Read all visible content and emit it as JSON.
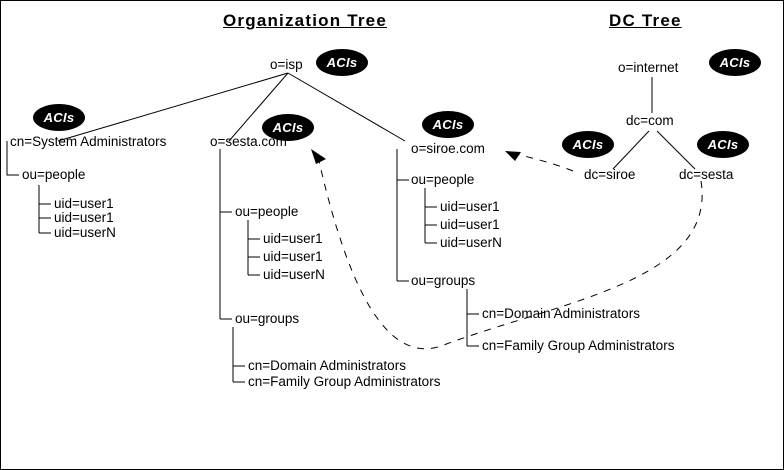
{
  "diagram": {
    "type": "ldap-directory-tree",
    "background_color": "#ffffff",
    "line_color": "#000000",
    "badge_color": "#000000",
    "badge_text_color": "#ffffff"
  },
  "titles": {
    "organization_tree": "Organization Tree",
    "dc_tree": "DC Tree"
  },
  "badges": {
    "label": "ACIs",
    "items": [
      {
        "name": "aci-o-isp",
        "label": "ACIs"
      },
      {
        "name": "aci-cn-system-administrators",
        "label": "ACIs"
      },
      {
        "name": "aci-o-sesta-com",
        "label": "ACIs"
      },
      {
        "name": "aci-o-siroe-com",
        "label": "ACIs"
      },
      {
        "name": "aci-o-internet",
        "label": "ACIs"
      },
      {
        "name": "aci-dc-siroe",
        "label": "ACIs"
      },
      {
        "name": "aci-dc-sesta",
        "label": "ACIs"
      }
    ]
  },
  "organization_tree": {
    "root": "o=isp",
    "branches": {
      "system_administrators": {
        "root": "cn=System Administrators",
        "people_ou": "ou=people",
        "users": [
          "uid=user1",
          "uid=user1",
          "uid=userN"
        ]
      },
      "sesta": {
        "root": "o=sesta.com",
        "people_ou": "ou=people",
        "users": [
          "uid=user1",
          "uid=user1",
          "uid=userN"
        ],
        "groups_ou": "ou=groups",
        "groups": [
          "cn=Domain Administrators",
          "cn=Family Group Administrators"
        ]
      },
      "siroe": {
        "root": "o=siroe.com",
        "people_ou": "ou=people",
        "users": [
          "uid=user1",
          "uid=user1",
          "uid=userN"
        ],
        "groups_ou": "ou=groups",
        "groups": [
          "cn=Domain Administrators",
          "cn=Family Group Administrators"
        ]
      }
    }
  },
  "dc_tree": {
    "root": "o=internet",
    "com": "dc=com",
    "children": [
      "dc=siroe",
      "dc=sesta"
    ]
  },
  "links": [
    {
      "name": "link-dc-sesta-to-o-sesta-com",
      "from": "dc=sesta",
      "to": "o=sesta.com",
      "style": "dashed"
    },
    {
      "name": "link-dc-siroe-to-o-siroe-com",
      "from": "dc=siroe",
      "to": "o=siroe.com",
      "style": "dashed"
    }
  ]
}
